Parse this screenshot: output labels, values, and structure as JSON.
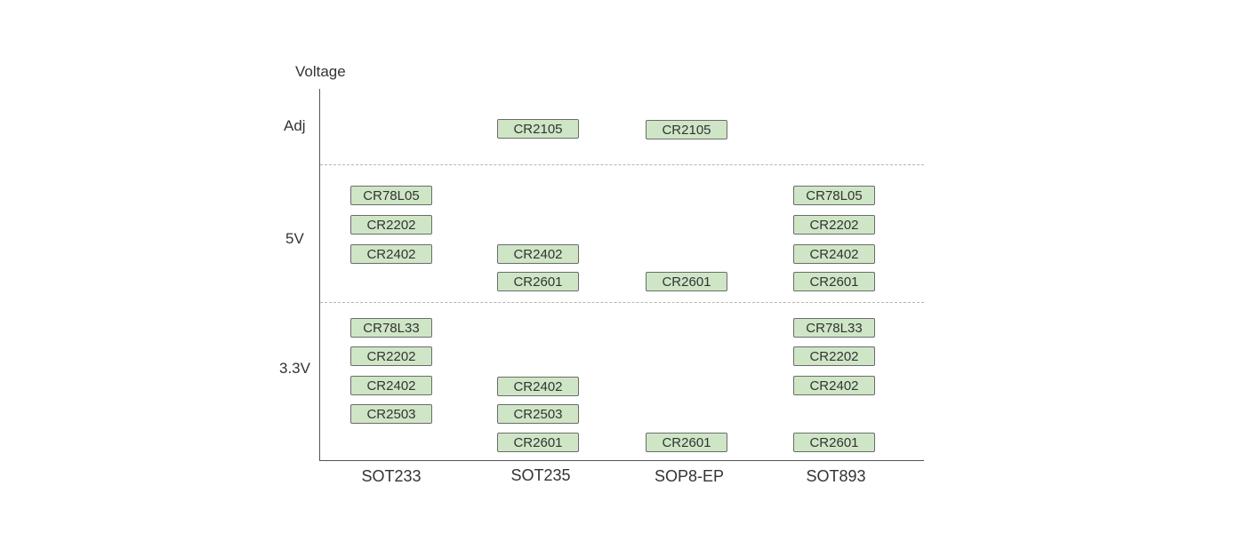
{
  "axis_title": "Voltage",
  "row_labels": {
    "adj": "Adj",
    "v5": "5V",
    "v33": "3.3V"
  },
  "columns": [
    "SOT233",
    "SOT235",
    "SOP8-EP",
    "SOT893"
  ],
  "colors": {
    "chip_fill": "#cfe6c6",
    "chip_border": "#6b6b6b",
    "axis": "#555555",
    "divider": "#b5b5b5"
  },
  "groups": {
    "adj": [
      {
        "column": "SOT235",
        "part": "CR2105"
      },
      {
        "column": "SOP8-EP",
        "part": "CR2105"
      }
    ],
    "v5": [
      {
        "column": "SOT233",
        "part": "CR78L05"
      },
      {
        "column": "SOT233",
        "part": "CR2202"
      },
      {
        "column": "SOT233",
        "part": "CR2402"
      },
      {
        "column": "SOT235",
        "part": "CR2402"
      },
      {
        "column": "SOT235",
        "part": "CR2601"
      },
      {
        "column": "SOP8-EP",
        "part": "CR2601"
      },
      {
        "column": "SOT893",
        "part": "CR78L05"
      },
      {
        "column": "SOT893",
        "part": "CR2202"
      },
      {
        "column": "SOT893",
        "part": "CR2402"
      },
      {
        "column": "SOT893",
        "part": "CR2601"
      }
    ],
    "v33": [
      {
        "column": "SOT233",
        "part": "CR78L33"
      },
      {
        "column": "SOT233",
        "part": "CR2202"
      },
      {
        "column": "SOT233",
        "part": "CR2402"
      },
      {
        "column": "SOT233",
        "part": "CR2503"
      },
      {
        "column": "SOT235",
        "part": "CR2402"
      },
      {
        "column": "SOT235",
        "part": "CR2503"
      },
      {
        "column": "SOT235",
        "part": "CR2601"
      },
      {
        "column": "SOP8-EP",
        "part": "CR2601"
      },
      {
        "column": "SOT893",
        "part": "CR78L33"
      },
      {
        "column": "SOT893",
        "part": "CR2202"
      },
      {
        "column": "SOT893",
        "part": "CR2402"
      },
      {
        "column": "SOT893",
        "part": "CR2601"
      }
    ]
  }
}
